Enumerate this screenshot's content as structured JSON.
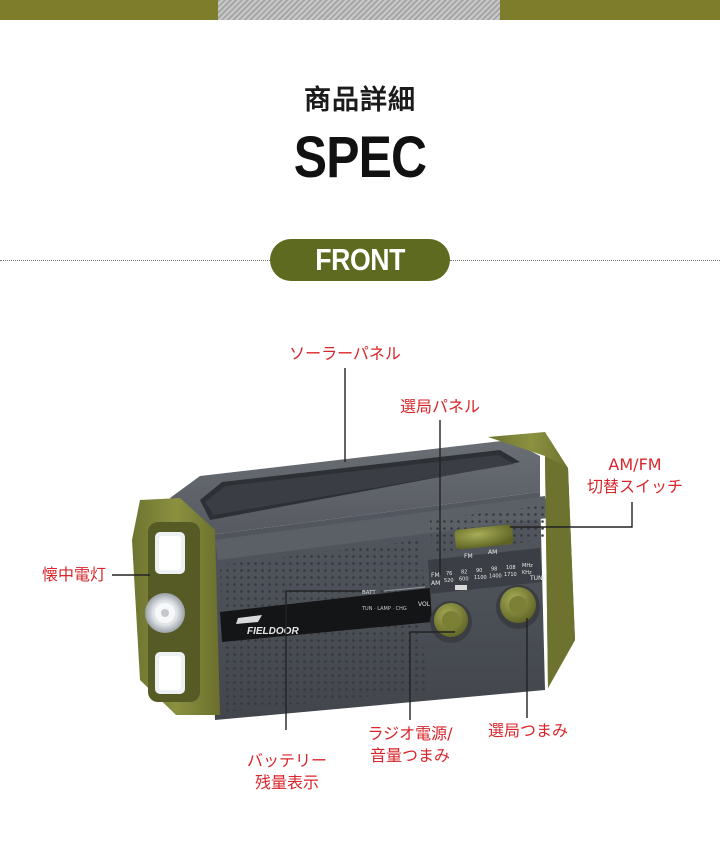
{
  "header": {
    "title_jp": "商品詳細",
    "title_en": "SPEC"
  },
  "section": {
    "label": "FRONT"
  },
  "colors": {
    "olive": "#7d7d2c",
    "pill": "#5e6a1f",
    "label_red": "#d8262b",
    "device_body": "#4d5157",
    "device_frame": "#7c8132"
  },
  "callouts": {
    "solar_panel": "ソーラーパネル",
    "tuning_panel": "選局パネル",
    "band_switch_line1": "AM/FM",
    "band_switch_line2": "切替スイッチ",
    "flashlight": "懐中電灯",
    "battery_line1": "バッテリー",
    "battery_line2": "残量表示",
    "power_volume_line1": "ラジオ電源/",
    "power_volume_line2": "音量つまみ",
    "tune_knob": "選局つまみ"
  },
  "device": {
    "brand": "FIELDOOR",
    "fm_label": "FM",
    "am_label": "AM",
    "batt_label": "BATT",
    "indicator_labels": "TUN · LAMP · CHG",
    "vol_label": "VOL",
    "tune_label": "TUNE",
    "freq_fm": [
      "76",
      "82",
      "90",
      "98",
      "108"
    ],
    "freq_am": [
      "520",
      "600",
      "1100",
      "1400",
      "1710"
    ],
    "fm_unit": "MHz",
    "am_unit": "KHz"
  }
}
